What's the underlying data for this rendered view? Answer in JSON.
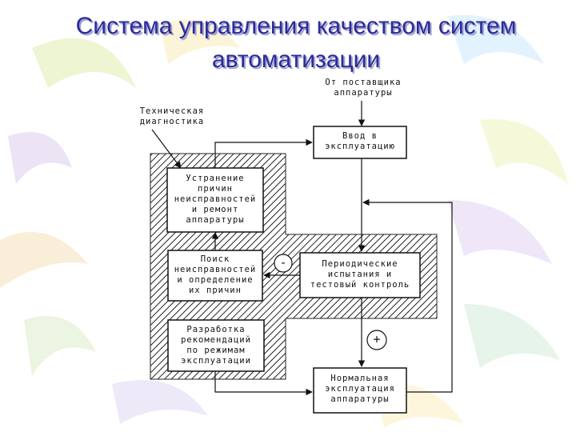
{
  "slide": {
    "title_line1": "Система управления качеством систем",
    "title_line2": "автоматизации"
  },
  "diagram": {
    "supplier_label": [
      "От поставщика",
      "аппаратуры"
    ],
    "diagnostics_label": [
      "Техническая",
      "диагностика"
    ],
    "commissioning_box": [
      "Ввод в",
      "эксплуатацию"
    ],
    "repair_box": [
      "Устранение",
      "причин",
      "неисправностей",
      "и ремонт",
      "аппаратуры"
    ],
    "fault_search_box": [
      "Поиск",
      "неисправностей",
      "и определение",
      "их причин"
    ],
    "periodic_tests_box": [
      "Периодические",
      "испытания и",
      "тестовый контроль"
    ],
    "recommendations_box": [
      "Разработка",
      "рекомендаций",
      "по режимам",
      "эксплуатации"
    ],
    "normal_operation_box": [
      "Нормальная",
      "эксплуатация",
      "аппаратуры"
    ],
    "minus_sign": "-",
    "plus_sign": "+"
  },
  "colors": {
    "title": "#2b2b9a",
    "lines": "#111111",
    "hatch": "#222222"
  }
}
